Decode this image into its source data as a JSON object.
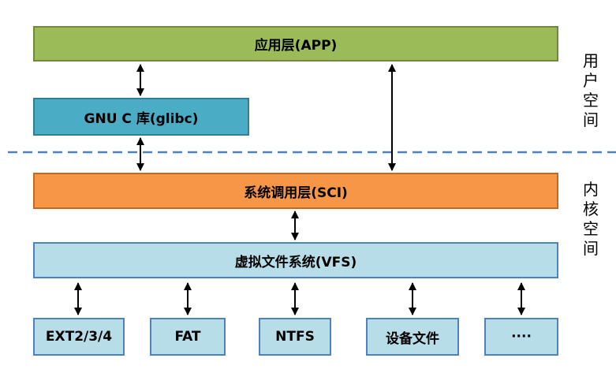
{
  "layers": {
    "app": "应用层(APP)",
    "glibc": "GNU C 库(glibc)",
    "sci": "系统调用层(SCI)",
    "vfs": "虚拟文件系统(VFS)"
  },
  "filesystems": [
    "EXT2/3/4",
    "FAT",
    "NTFS",
    "设备文件",
    "····"
  ],
  "side_labels": {
    "user_space": "用户空间",
    "kernel_space": "内核空间"
  },
  "colors": {
    "app": "#9bbb59",
    "glibc": "#4bacc6",
    "sci": "#f79646",
    "vfs": "#b7dde8",
    "divider": "#4f81bd"
  }
}
